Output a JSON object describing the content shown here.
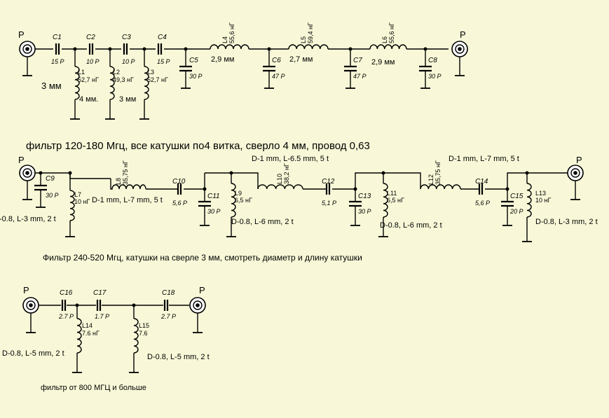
{
  "filter1": {
    "ports": [
      "P",
      "P"
    ],
    "series_caps": [
      {
        "name": "C1",
        "value": "15 P"
      },
      {
        "name": "C2",
        "value": "10 P"
      },
      {
        "name": "C3",
        "value": "10 P"
      },
      {
        "name": "C4",
        "value": "15 P"
      }
    ],
    "shunt_inductors": [
      {
        "name": "L1",
        "value": "52,7 нГ",
        "note": "3 мм"
      },
      {
        "name": "L2",
        "value": "49,3 нГ",
        "note": "4 мм."
      },
      {
        "name": "L3",
        "value": "52,7 нГ",
        "note": "3 мм"
      }
    ],
    "series_inductors": [
      {
        "name": "L4",
        "value": "55,6 нГ",
        "note": "2,9 мм"
      },
      {
        "name": "L5",
        "value": "59,4 нГ",
        "note": "2,7 мм"
      },
      {
        "name": "L6",
        "value": "55,6 нГ",
        "note": "2,9 мм"
      }
    ],
    "shunt_caps": [
      {
        "name": "C5",
        "value": "30 P"
      },
      {
        "name": "C6",
        "value": "47 P"
      },
      {
        "name": "C7",
        "value": "47 P"
      },
      {
        "name": "C8",
        "value": "30 P"
      }
    ],
    "caption": "фильтр 120-180 Мгц, все катушки по4 витка, сверло 4 мм, провод 0,63"
  },
  "filter2": {
    "ports": [
      "P",
      "P"
    ],
    "shunt_caps": [
      {
        "name": "C9",
        "value": "30 P"
      },
      {
        "name": "C11",
        "value": "30 P"
      },
      {
        "name": "C13",
        "value": "30 P"
      },
      {
        "name": "C15",
        "value": "20 P"
      }
    ],
    "series_caps": [
      {
        "name": "C10",
        "value": "5,6 P"
      },
      {
        "name": "C12",
        "value": "5,1 P"
      },
      {
        "name": "C14",
        "value": "5,6 P"
      }
    ],
    "shunt_inductors": [
      {
        "name": "L7",
        "value": "10 нГ",
        "note": "-0.8, L-3 mm, 2 t"
      },
      {
        "name": "L9",
        "value": "6,5 нГ",
        "note": "D-0.8, L-6 mm, 2 t"
      },
      {
        "name": "L11",
        "value": "6,5 нГ",
        "note": "D-0.8, L-6 mm, 2 t"
      },
      {
        "name": "L13",
        "value": "10 нГ",
        "note": "D-0.8, L-3 mm, 2 t"
      }
    ],
    "series_inductors": [
      {
        "name": "L8",
        "value": "35,75 нГ",
        "note": "D-1 mm, L-7 mm, 5 t"
      },
      {
        "name": "L10",
        "value": "38,2 нГ",
        "note": "D-1 mm, L-6.5 mm, 5 t"
      },
      {
        "name": "L12",
        "value": "35,75 нГ",
        "note": "D-1 mm, L-7 mm, 5 t"
      }
    ],
    "caption": "Фильтр 240-520 Мгц, катушки на сверле 3 мм, смотреть диаметр и длину катушки"
  },
  "filter3": {
    "ports": [
      "P",
      "P"
    ],
    "series_caps": [
      {
        "name": "C16",
        "value": "2.7 P"
      },
      {
        "name": "C17",
        "value": "1.7 P"
      },
      {
        "name": "C18",
        "value": "2.7 P"
      }
    ],
    "shunt_inductors": [
      {
        "name": "L14",
        "value": "7.6 нГ",
        "note": "D-0.8, L-5 mm, 2 t"
      },
      {
        "name": "L15",
        "value": "7.6",
        "note": "D-0.8, L-5 mm, 2 t"
      }
    ],
    "caption": "фильтр от 800 МГЦ и больше"
  }
}
